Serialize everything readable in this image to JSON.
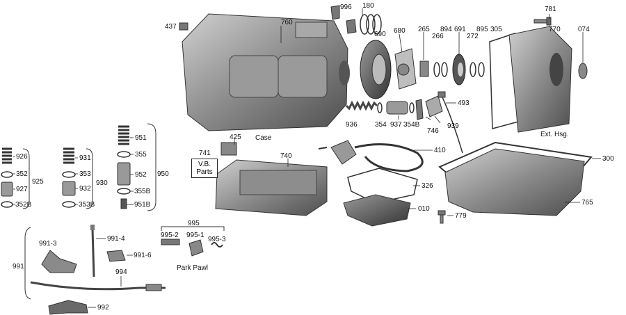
{
  "labels": {
    "p437": "437",
    "p760": "760",
    "p996": "996",
    "p180": "180",
    "p690": "690",
    "p680": "680",
    "p265": "265",
    "p266": "266",
    "p894": "894",
    "p691": "691",
    "p272": "272",
    "p895": "895",
    "p305": "305",
    "p781": "781",
    "p770": "770",
    "p074": "074",
    "p493": "493",
    "p936": "936",
    "p354": "354",
    "p937": "937",
    "p354B": "354B",
    "p746": "746",
    "p939": "939",
    "case": "Case",
    "ext_hsg": "Ext. Hsg.",
    "p741": "741",
    "vb_parts_1": "V.B.",
    "vb_parts_2": "Parts",
    "p425": "425",
    "p740": "740",
    "p410": "410",
    "p300": "300",
    "p326": "326",
    "p010": "010",
    "p765": "765",
    "p779": "779",
    "p926": "926",
    "p352": "352",
    "p927": "927",
    "p352B": "352B",
    "p925": "925",
    "p931": "931",
    "p353": "353",
    "p932": "932",
    "p353B": "353B",
    "p930": "930",
    "p951": "951",
    "p355": "355",
    "p952": "952",
    "p355B": "355B",
    "p951B": "951B",
    "p950": "950",
    "p995": "995",
    "p995_2": "995-2",
    "p995_1": "995-1",
    "p995_3": "995-3",
    "park_pawl": "Park Pawl",
    "p991": "991",
    "p991_3": "991-3",
    "p991_4": "991-4",
    "p991_6": "991-6",
    "p994": "994",
    "p992": "992"
  },
  "colors": {
    "metal_dark": "#4a4a4a",
    "metal_mid": "#8a8a8a",
    "metal_light": "#c4c4c4",
    "line": "#222222"
  }
}
